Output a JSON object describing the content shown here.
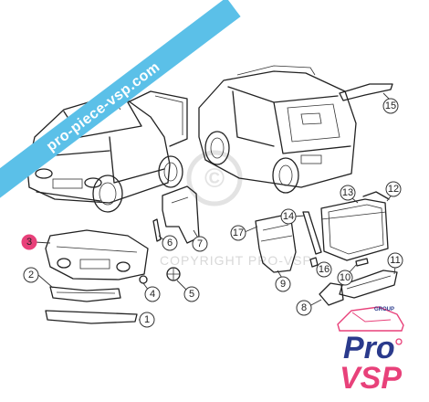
{
  "banner": {
    "text": "pro-piece-vsp.com",
    "color": "#5bc0e8"
  },
  "watermark": {
    "text": "COPYRIGHT PRO-VSP",
    "symbol": "©"
  },
  "logo": {
    "top": "GROUP",
    "pro": "Pro",
    "vsp": "VSP",
    "primary_color": "#2a3a8c",
    "accent_color": "#e8417a"
  },
  "highlight_color": "#e8417a",
  "callouts": [
    {
      "id": "1",
      "label": "1"
    },
    {
      "id": "2",
      "label": "2"
    },
    {
      "id": "3",
      "label": "3",
      "highlighted": true
    },
    {
      "id": "4",
      "label": "4"
    },
    {
      "id": "5",
      "label": "5"
    },
    {
      "id": "6",
      "label": "6"
    },
    {
      "id": "7",
      "label": "7"
    },
    {
      "id": "8",
      "label": "8"
    },
    {
      "id": "9",
      "label": "9"
    },
    {
      "id": "10",
      "label": "10"
    },
    {
      "id": "11",
      "label": "11"
    },
    {
      "id": "12",
      "label": "12"
    },
    {
      "id": "13",
      "label": "13"
    },
    {
      "id": "14",
      "label": "14"
    },
    {
      "id": "15",
      "label": "15"
    },
    {
      "id": "16",
      "label": "16"
    },
    {
      "id": "17",
      "label": "17"
    }
  ]
}
